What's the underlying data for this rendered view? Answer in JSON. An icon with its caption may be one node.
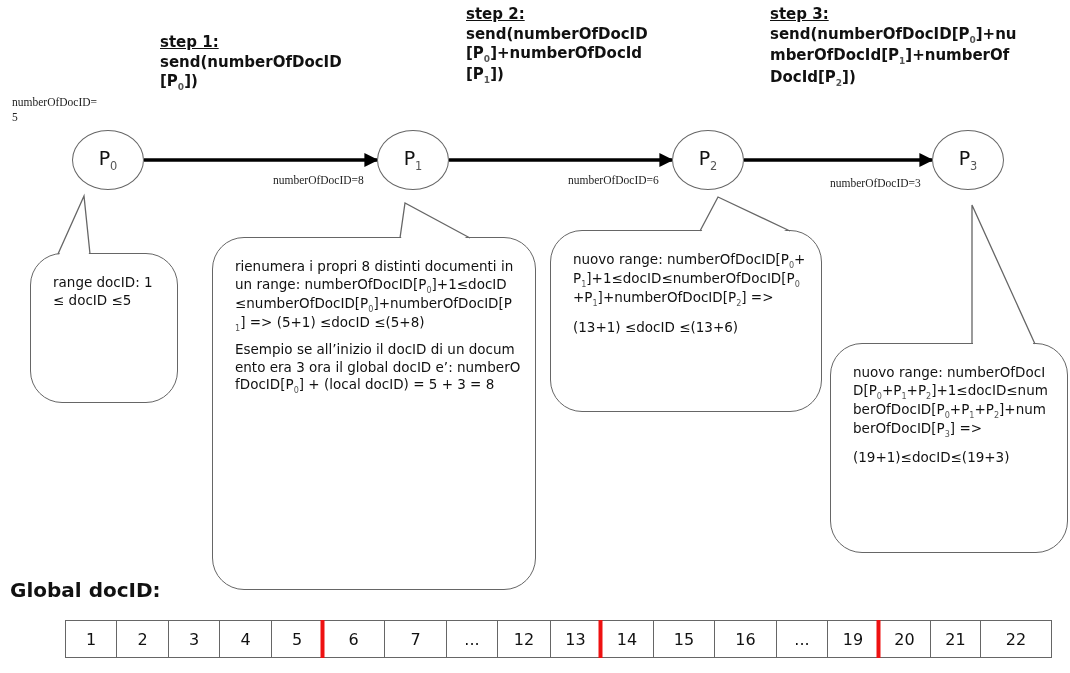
{
  "diagram": {
    "nodes": [
      {
        "text": [
          "P$_{0}$"
        ],
        "beside": [
          "numberOfDocID=5"
        ]
      },
      {
        "text": [
          "P$_{1}$"
        ],
        "beside": [
          "numberOfDocID=8"
        ]
      },
      {
        "text": [
          "P$_{2}$"
        ],
        "beside": [
          "numberOfDocID=6"
        ]
      },
      {
        "text": [
          "P$_{3}$"
        ],
        "beside": [
          "numberOfDocID=3"
        ]
      },
      {
        "text": [
          "range docID: 1≤ docID ≤5"
        ]
      },
      {
        "text": [
          "rienumera i propri 8 distinti documenti in un range: numberOfDocID[P$_{0}$]+1≤docID ≤numberOfDocID[P$_{0}$]+numberOfDocID[P$_{1}$] => (5+1) ≤docID ≤(5+8)",
          "Esempio se all’inizio il docID di un documento era 3 ora il global docID e’: numberOfDocID[P$_{0}$] + (local docID) = 5 + 3 = 8"
        ]
      },
      {
        "text": [
          "nuovo range: numberOfDocID[P$_{0}$+P$_{1}$]+1≤docID≤numberOfDocID[P$_{0}$+P$_{1}$]+numberOfDocID[P$_{2}$] =>",
          "(13+1) ≤docID ≤(13+6)"
        ]
      },
      {
        "text": [
          "nuovo range: numberOfDocID[P$_{0}$+P$_{1}$+P$_{2}$]+1≤docID≤numberOfDocID[P$_{0}$+P$_{1}$+P$_{2}$]+numberOfDocID[P$_{3}$] =>",
          "(19+1)≤docID≤(19+3)"
        ]
      }
    ],
    "edges": [
      {
        "from": 0,
        "to": 1,
        "arrow": "to"
      },
      {
        "from": 1,
        "to": 2,
        "arrow": "to"
      },
      {
        "from": 2,
        "to": 3,
        "arrow": "to"
      }
    ],
    "labels": [
      "step 1:",
      "send(numberOfDocID[P$_{0}$])",
      "step 2:",
      "send(numberOfDocID[P$_{0}$]+numberOfDocId[P$_{1}$])",
      "step 3:",
      "send(numberOfDocID[P$_{0}$]+numberOfDocId[P$_{1}$]+numberOfDocId[P$_{2}$])",
      "Global docID:",
      "1",
      "2",
      "3",
      "4",
      "5",
      "6",
      "7",
      "...",
      "12",
      "13",
      "14",
      "15",
      "16",
      "...",
      "19",
      "20",
      "21",
      "22"
    ]
  }
}
